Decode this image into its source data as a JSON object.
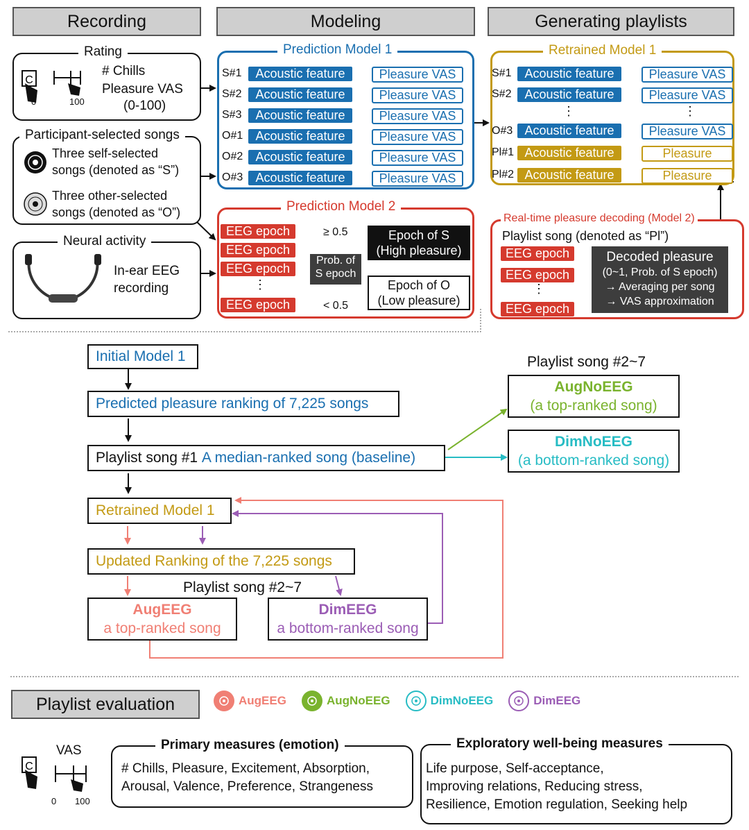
{
  "headers": {
    "recording": "Recording",
    "modeling": "Modeling",
    "generating": "Generating playlists",
    "evaluation": "Playlist evaluation"
  },
  "rating": {
    "title": "Rating",
    "chills": "# Chills",
    "vas": "Pleasure VAS",
    "range": "(0-100)",
    "scale_min": "0",
    "scale_max": "100"
  },
  "songs": {
    "title": "Participant-selected songs",
    "self_line1": "Three self-selected",
    "self_line2": "songs (denoted as “S”)",
    "other_line1": "Three other-selected",
    "other_line2": "songs (denoted as “O”)"
  },
  "neural": {
    "title": "Neural activity",
    "line1": "In-ear EEG",
    "line2": "recording"
  },
  "pm1": {
    "title": "Prediction Model 1",
    "rows": [
      {
        "id": "S#1"
      },
      {
        "id": "S#2"
      },
      {
        "id": "S#3"
      },
      {
        "id": "O#1"
      },
      {
        "id": "O#2"
      },
      {
        "id": "O#3"
      }
    ],
    "feature": "Acoustic feature",
    "target": "Pleasure VAS"
  },
  "pm2": {
    "title": "Prediction Model 2",
    "epoch": "EEG epoch",
    "dots": "⋮",
    "prob_line1": "Prob. of",
    "prob_line2": "S epoch",
    "ge": "≥ 0.5",
    "lt": "< 0.5",
    "high_line1": "Epoch of S",
    "high_line2": "(High pleasure)",
    "low_line1": "Epoch of O",
    "low_line2": "(Low pleasure)"
  },
  "rm1": {
    "title": "Retrained Model 1",
    "ids": [
      "S#1",
      "S#2",
      "O#3",
      "Pl#1",
      "Pl#2"
    ],
    "feature": "Acoustic feature",
    "target": "Pleasure VAS",
    "pleasure": "Pleasure",
    "dots": "⋮"
  },
  "rt": {
    "title": "Real-time pleasure decoding (Model 2)",
    "playlist": "Playlist song (denoted as “Pl”)",
    "epoch": "EEG epoch",
    "dots": "⋮",
    "dec1": "Decoded pleasure",
    "dec2": "(0~1, Prob. of S epoch)",
    "dec3": "→ Averaging per song",
    "dec4": "→ VAS approximation"
  },
  "flow": {
    "initial": "Initial Model 1",
    "predicted": "Predicted pleasure ranking of 7,225 songs",
    "ps1_prefix": "Playlist song #1 ",
    "ps1_suffix": "A median-ranked song (baseline)",
    "ps27": "Playlist song #2~7",
    "augnoeeg_title": "AugNoEEG",
    "augnoeeg_sub": "(a top-ranked song)",
    "dimnoeeg_title": "DimNoEEG",
    "dimnoeeg_sub": "(a bottom-ranked song)",
    "retrained": "Retrained Model 1",
    "updated": "Updated Ranking of the 7,225 songs",
    "ps27b": "Playlist song #2~7",
    "augeeg_title": "AugEEG",
    "augeeg_sub": "a top-ranked song",
    "dimeeg_title": "DimEEG",
    "dimeeg_sub": "a bottom-ranked song"
  },
  "legend": [
    {
      "label": "AugEEG",
      "color": "#f07f74"
    },
    {
      "label": "AugNoEEG",
      "color": "#7ab32e"
    },
    {
      "label": "DimNoEEG",
      "color": "#27bcc4"
    },
    {
      "label": "DimEEG",
      "color": "#9b5db5"
    }
  ],
  "eval": {
    "vas": "VAS",
    "scale_min": "0",
    "scale_max": "100",
    "primary_title": "Primary measures (emotion)",
    "primary_line1": "# Chills, Pleasure, Excitement, Absorption,",
    "primary_line2": "Arousal, Valence, Preference, Strangeness",
    "expl_title": "Exploratory well-being measures",
    "expl_line1": "Life purpose, Self-acceptance,",
    "expl_line2": "Improving relations, Reducing stress,",
    "expl_line3": "Resilience, Emotion regulation, Seeking help"
  },
  "colors": {
    "blue": "#1a6fb0",
    "gold": "#c39a14",
    "red": "#d53a2e",
    "salmon": "#f07f74",
    "green": "#7ab32e",
    "cyan": "#27bcc4",
    "purple": "#9b5db5"
  }
}
